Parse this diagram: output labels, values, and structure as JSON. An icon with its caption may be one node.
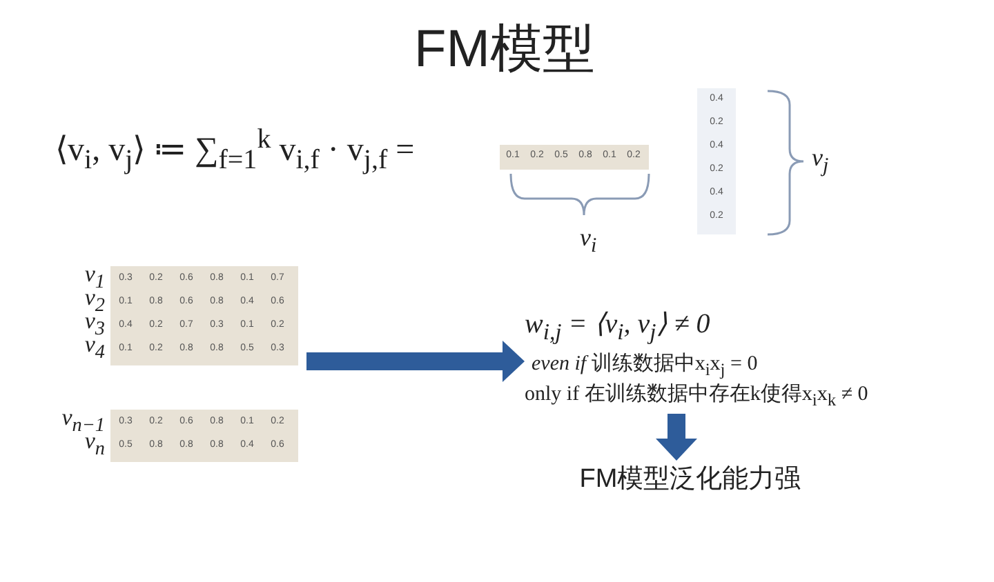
{
  "diagram": {
    "title": "FM模型",
    "nodes": [
      {
        "text": [
          "v$_{1}$",
          "0.3",
          "0.2",
          "0.6",
          "0.8",
          "0.1",
          "0.7",
          "v$_{2}$",
          "0.1",
          "0.8",
          "0.6",
          "0.8",
          "0.4",
          "0.6",
          "v$_{3}$",
          "0.4",
          "0.2",
          "0.7",
          "0.3",
          "0.1",
          "0.2",
          "v$_{4}$",
          "0.1",
          "0.2",
          "0.8",
          "0.8",
          "0.5",
          "0.3",
          "v$_{n−1}$",
          "0.3",
          "0.2",
          "0.6",
          "0.8",
          "0.1",
          "0.2",
          "v$_{n}$",
          "0.5",
          "0.8",
          "0.8",
          "0.8",
          "0.4",
          "0.6"
        ]
      },
      {
        "text": [
          "w$_{i,j}$ = ⟨v$_{i}$, v$_{j}$⟩ ≠ 0",
          "*even if*    训练数据中x$_{i}$x$_{j}$ = 0",
          "only if 在训练数据中存在k使得x$_{i}$x$_{k}$ ≠ 0"
        ]
      },
      {
        "text": [
          "FM模型泛化能力强"
        ]
      }
    ],
    "edges": [
      {
        "from": 0,
        "to": 1,
        "arrow": "to"
      },
      {
        "from": 1,
        "to": 2,
        "arrow": "to"
      }
    ],
    "labels": [
      "⟨v$_{i}$, v$_{j}$⟩ ≔ ∑$_{f=1}$$^{k}$ v$_{i,f}$ · v$_{j,f}$ =",
      "0.1",
      "0.2",
      "0.5",
      "0.8",
      "0.1",
      "0.2",
      "v$_{i}$",
      "0.4",
      "0.2",
      "0.4",
      "0.2",
      "0.4",
      "0.2",
      "v$_{j}$"
    ]
  }
}
